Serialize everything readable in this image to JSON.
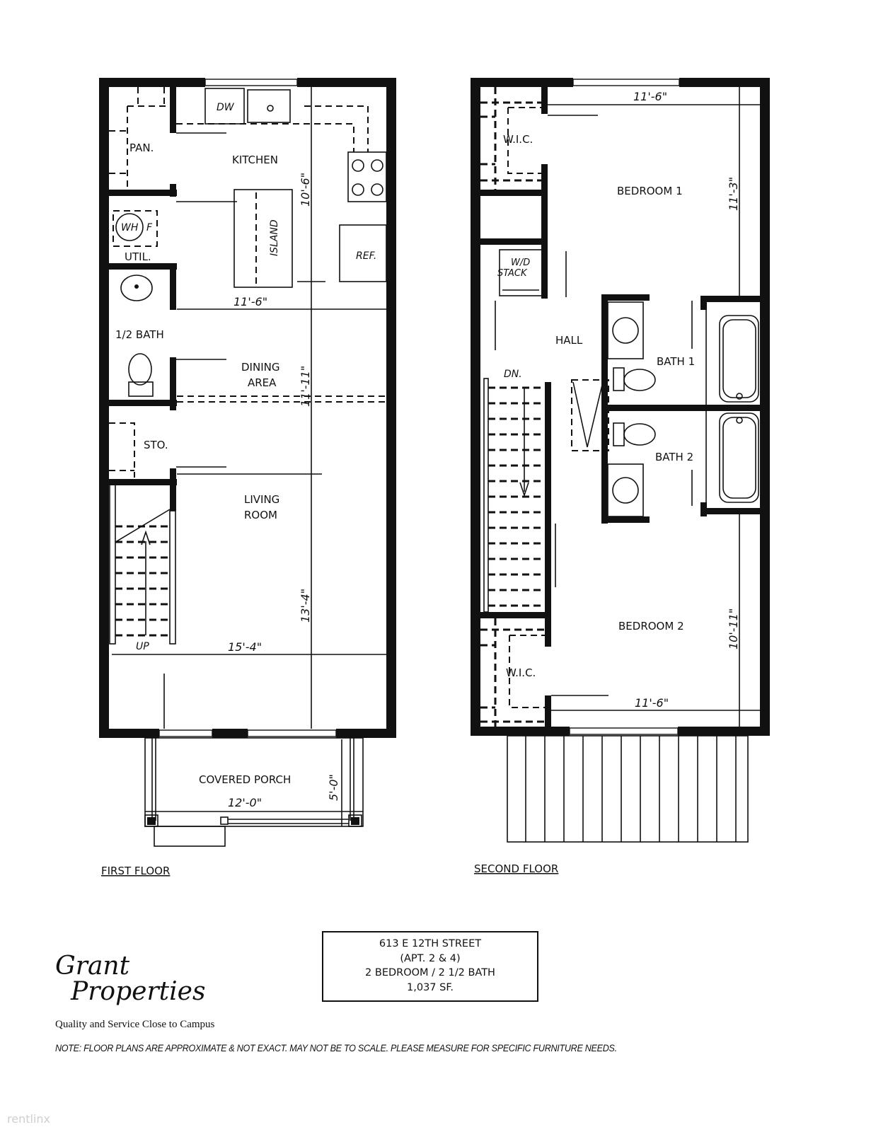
{
  "document": {
    "type": "floor-plan",
    "first_floor": {
      "title": "FIRST FLOOR",
      "rooms": {
        "pantry": "PAN.",
        "kitchen": "KITCHEN",
        "dishwasher": "DW",
        "island": "ISLAND",
        "refrigerator": "REF.",
        "water_heater": "WH",
        "furnace": "F",
        "utility": "UTIL.",
        "half_bath": "1/2 BATH",
        "dining": [
          "DINING",
          "AREA"
        ],
        "storage": "STO.",
        "living": [
          "LIVING",
          "ROOM"
        ],
        "stairs_up": "UP",
        "porch": "COVERED PORCH"
      },
      "dimensions": {
        "kitchen_width": "11'-6\"",
        "kitchen_depth": "10'-6\"",
        "dining_depth": "11'-11\"",
        "living_width": "15'-4\"",
        "living_depth": "13'-4\"",
        "porch_width": "12'-0\"",
        "porch_depth": "5'-0\""
      }
    },
    "second_floor": {
      "title": "SECOND FLOOR",
      "rooms": {
        "wic_1": "W.I.C.",
        "bedroom_1": "BEDROOM 1",
        "wd_stack": [
          "W/D",
          "STACK"
        ],
        "hall": "HALL",
        "stairs_down": "DN.",
        "bath_1": "BATH 1",
        "bath_2": "BATH 2",
        "bedroom_2": "BEDROOM 2",
        "wic_2": "W.I.C."
      },
      "dimensions": {
        "bedroom_1_width": "11'-6\"",
        "bedroom_1_depth": "11'-3\"",
        "bedroom_2_width": "11'-6\"",
        "bedroom_2_depth": "10'-11\""
      }
    },
    "info_box": {
      "address": "613 E 12TH STREET",
      "units": "(APT. 2 & 4)",
      "layout": "2 BEDROOM / 2  1/2 BATH",
      "area": "1,037 SF."
    },
    "brand": {
      "name_line1": "Grant",
      "name_line2": "Properties",
      "tagline": "Quality and Service Close to Campus"
    },
    "note": "NOTE:   FLOOR PLANS ARE APPROXIMATE & NOT EXACT.   MAY NOT BE TO SCALE.   PLEASE MEASURE FOR SPECIFIC FURNITURE NEEDS.",
    "watermark": "rentlinx"
  }
}
